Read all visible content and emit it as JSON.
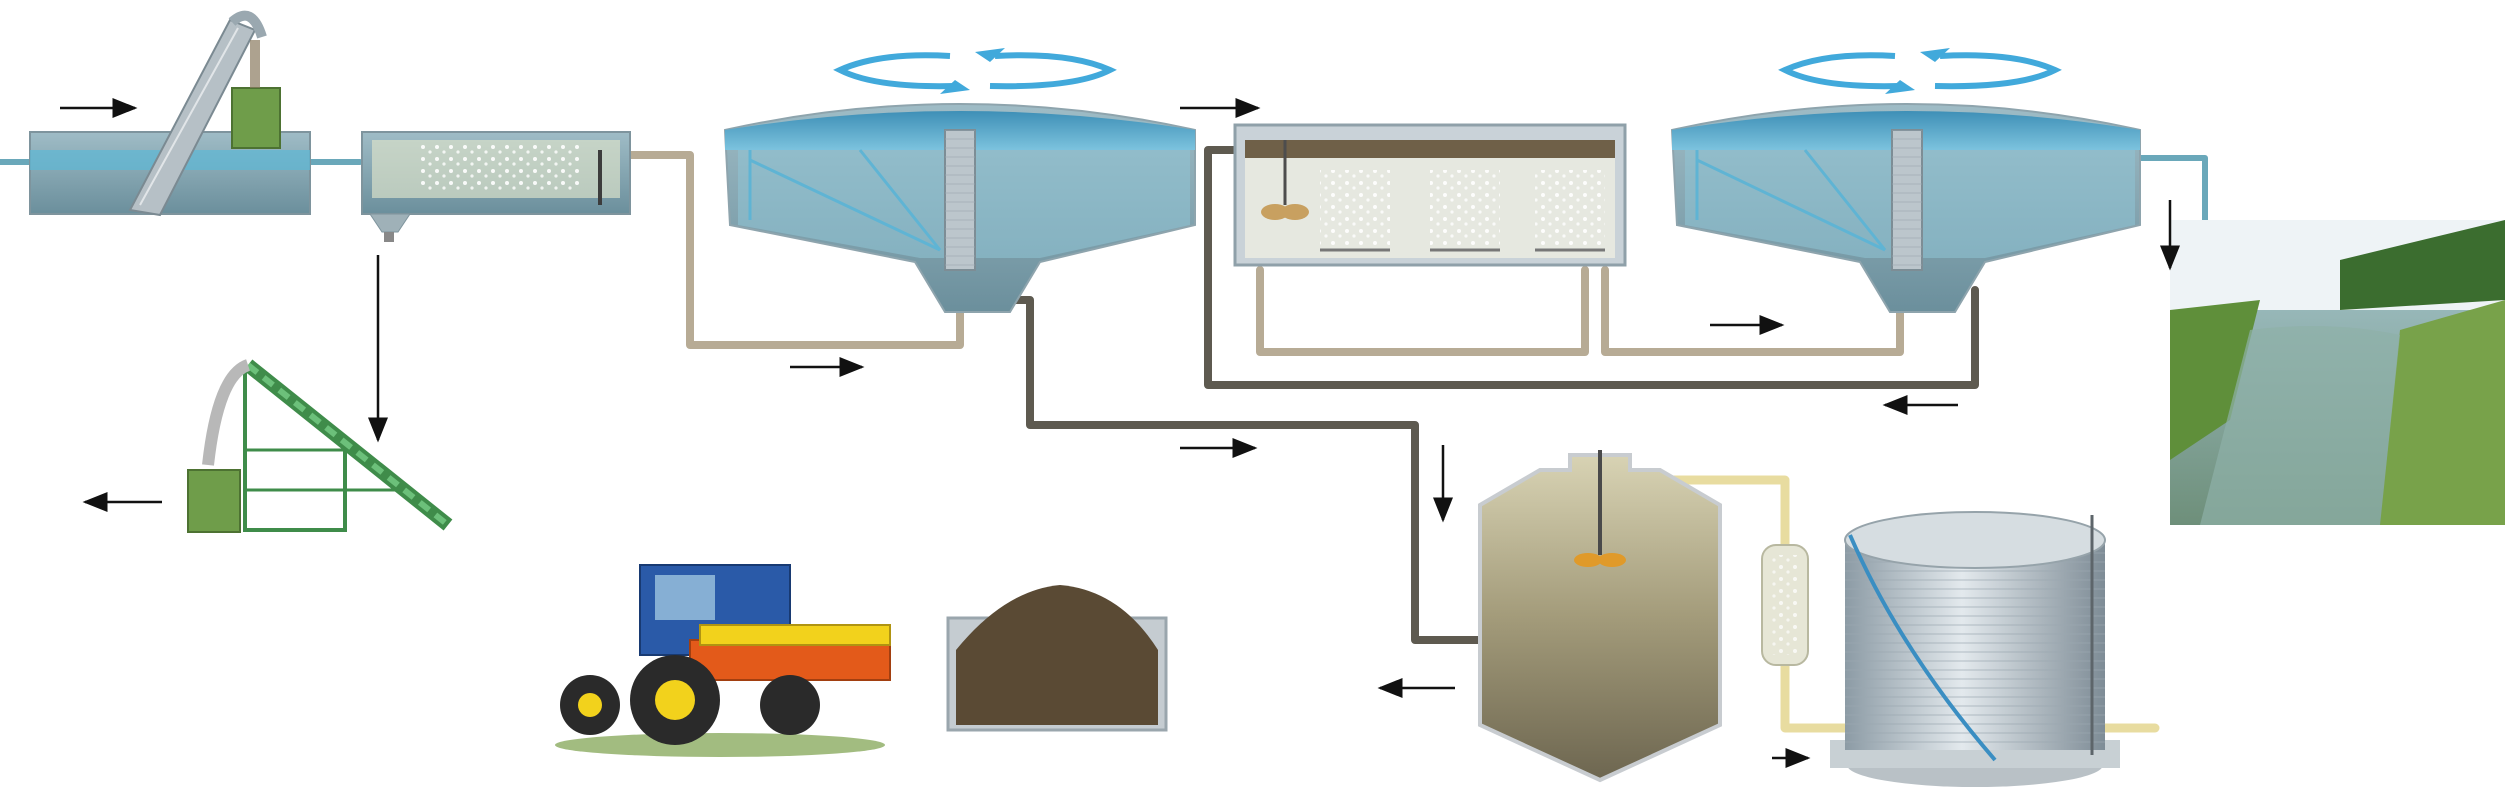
{
  "diagram": {
    "kind": "wastewater-treatment-process",
    "stages": [
      "screening-unit",
      "grit-removal",
      "primary-clarifier",
      "aeration-basin",
      "secondary-clarifier",
      "treated-water-outlet-river",
      "screenings-conveyor",
      "anaerobic-digester",
      "biogas-filter",
      "gas-holder",
      "sludge-cake",
      "tractor-spreader"
    ],
    "flow_arrows": 13,
    "labels": []
  },
  "colors": {
    "water": "#5cb8d6",
    "tank_wall": "#c9d2d8",
    "pipe_light": "#b7ab95",
    "pipe_dark": "#5e5a50",
    "rotation_arrow": "#41a9db",
    "container_green": "#6f9d4a",
    "sludge": "#5a4a34",
    "gas_pipe": "#e8dca0",
    "arrow": "#111111"
  }
}
